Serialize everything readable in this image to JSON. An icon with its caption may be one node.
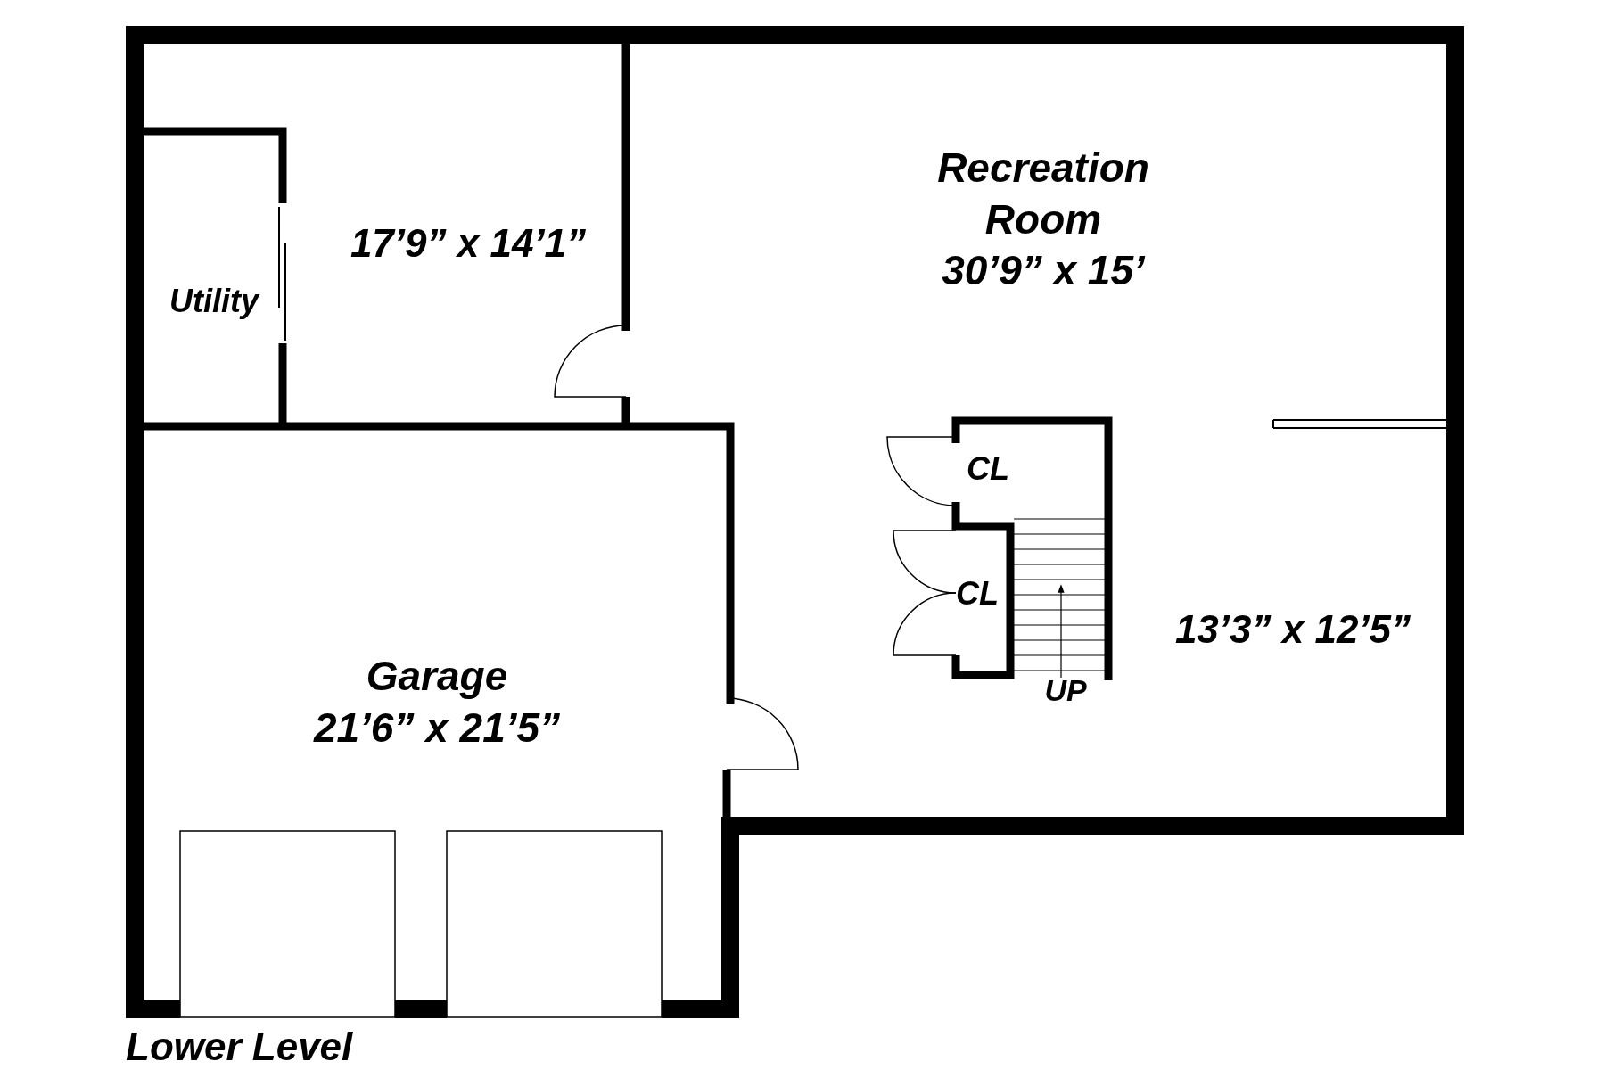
{
  "diagram": {
    "title": "Lower Level",
    "nodes": [
      {
        "text": [
          "17’9” x 14’1”"
        ]
      },
      {
        "text": [
          "Utility"
        ]
      },
      {
        "text": [
          "Recreation Room",
          "30’9” x 15’"
        ]
      },
      {
        "text": [
          "CL"
        ]
      },
      {
        "text": [
          "CL"
        ]
      },
      {
        "text": [
          "Garage",
          "21’6” x 21’5”"
        ]
      }
    ],
    "labels": [
      "UP",
      "13’3” x 12’5”"
    ]
  }
}
